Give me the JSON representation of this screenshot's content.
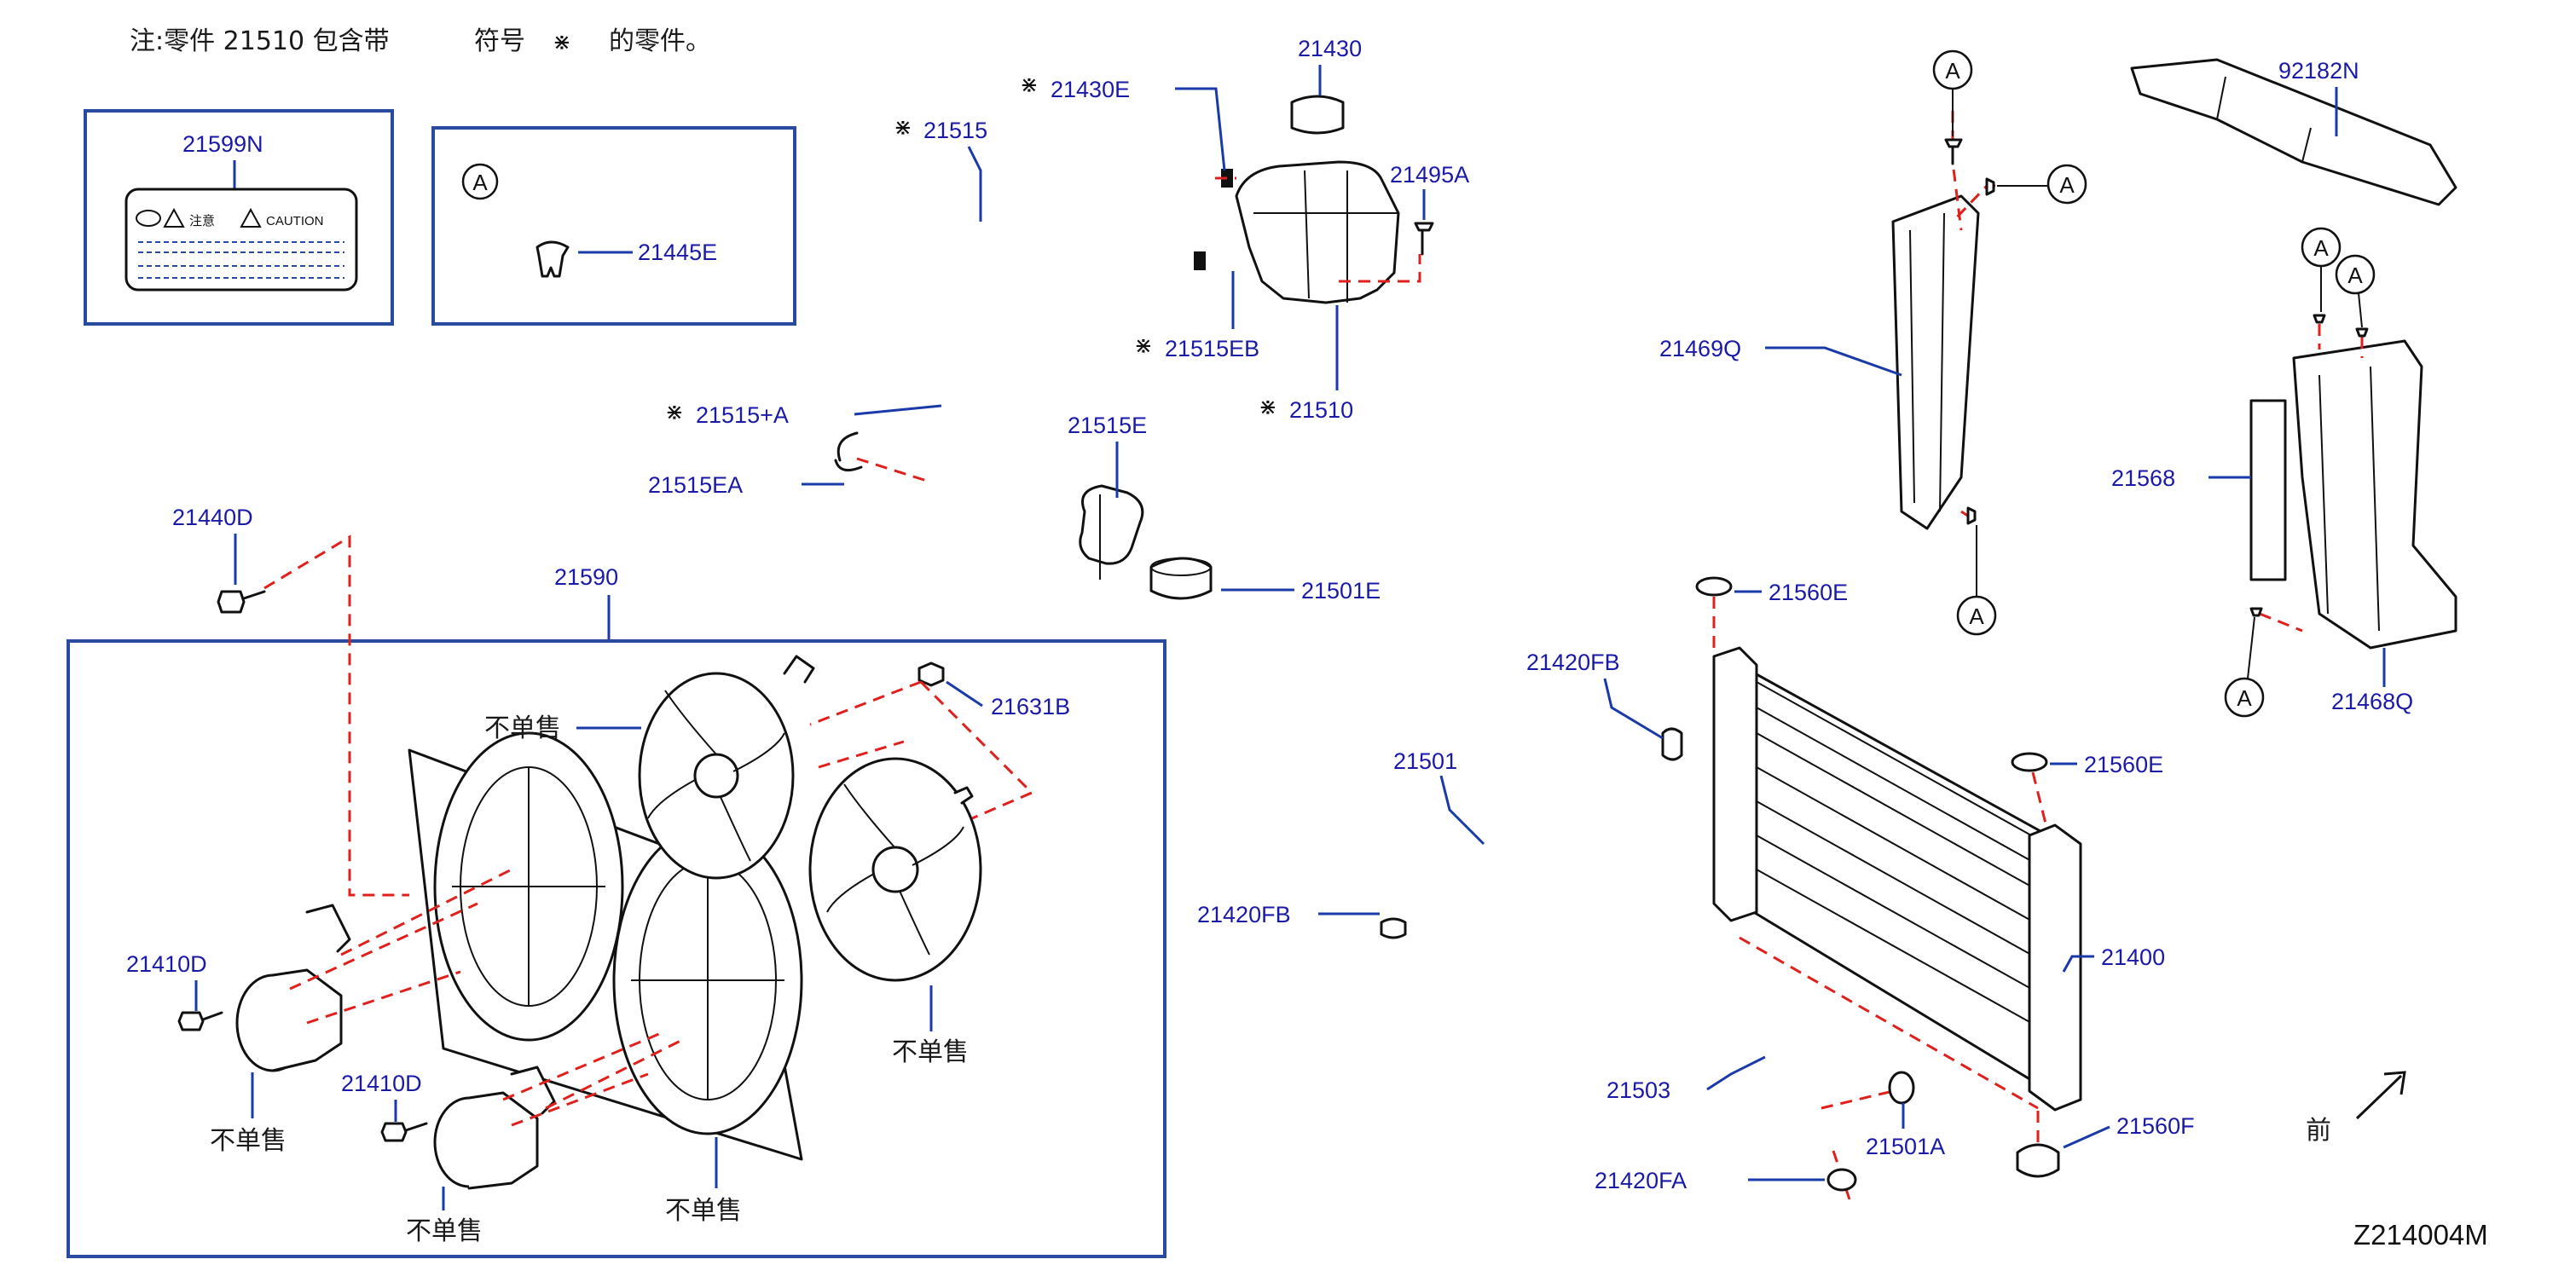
{
  "note": {
    "prefix": "注:零件 21510 包含带",
    "symbol_word": "符号",
    "symbol": "⋇",
    "suffix": "的零件。"
  },
  "boxes": {
    "label_box": {
      "part_no": "21599N",
      "warn_cn": "注意",
      "warn_en": "CAUTION"
    },
    "clip_box": {
      "ref": "A",
      "part_no": "21445E"
    },
    "fan_box": {
      "part_no": "21590"
    }
  },
  "parts": {
    "p21430E": "21430E",
    "p21515": "21515",
    "p21430": "21430",
    "p21495A": "21495A",
    "p21515EB": "21515EB",
    "p21510": "21510",
    "p21515A": "21515+A",
    "p21515EA": "21515EA",
    "p21515E": "21515E",
    "p21501E": "21501E",
    "p21440D": "21440D",
    "p21631B": "21631B",
    "p21410D_a": "21410D",
    "p21410D_b": "21410D",
    "p21469Q": "21469Q",
    "p92182N": "92182N",
    "p21568": "21568",
    "p21468Q": "21468Q",
    "p21560E_a": "21560E",
    "p21560E_b": "21560E",
    "p21420FB_a": "21420FB",
    "p21420FB_b": "21420FB",
    "p21501": "21501",
    "p21400": "21400",
    "p21503": "21503",
    "p21501A": "21501A",
    "p21420FA": "21420FA",
    "p21560F": "21560F"
  },
  "not_sold_separately": {
    "n1": "不单售",
    "n2": "不单售",
    "n3": "不单售",
    "n4": "不单售",
    "n5": "不单售"
  },
  "refs": {
    "r1": "A",
    "r2": "A",
    "r3": "A",
    "r4": "A",
    "r5": "A",
    "r6": "A"
  },
  "front_label": "前",
  "diagram_code": "Z214004M",
  "colors": {
    "label": "#1a1aa8",
    "dashed": "#e0201c",
    "outline": "#111111"
  }
}
